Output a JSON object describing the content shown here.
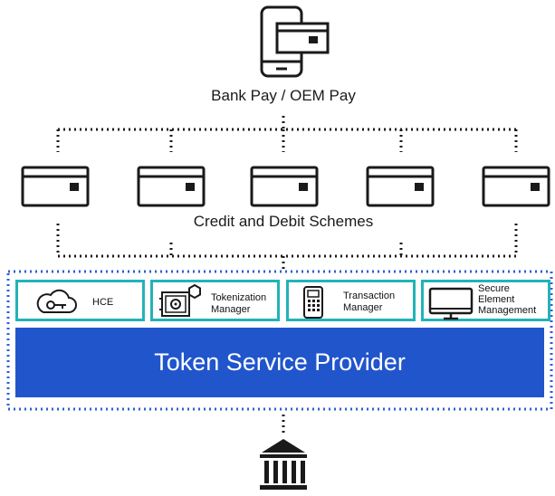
{
  "top_label": "Bank Pay / OEM Pay",
  "schemes_label": "Credit and Debit Schemes",
  "services": [
    {
      "label": "HCE",
      "icon": "cloud-key-icon"
    },
    {
      "label": "Tokenization\nManager",
      "icon": "vault-gear-icon"
    },
    {
      "label": "Transaction\nManager",
      "icon": "payment-terminal-icon"
    },
    {
      "label": "Secure\nElement\nManagement",
      "icon": "monitor-icon"
    }
  ],
  "token_service_provider": "Token Service Provider",
  "colors": {
    "accent_teal": "#22b3b8",
    "tsp_blue": "#2155cc",
    "dotted_border_blue": "#2e5fd6",
    "line_dark": "#1a1a1a"
  },
  "icons": {
    "top": "phone-card-icon",
    "schemes": "card-icon",
    "bottom": "bank-icon"
  }
}
